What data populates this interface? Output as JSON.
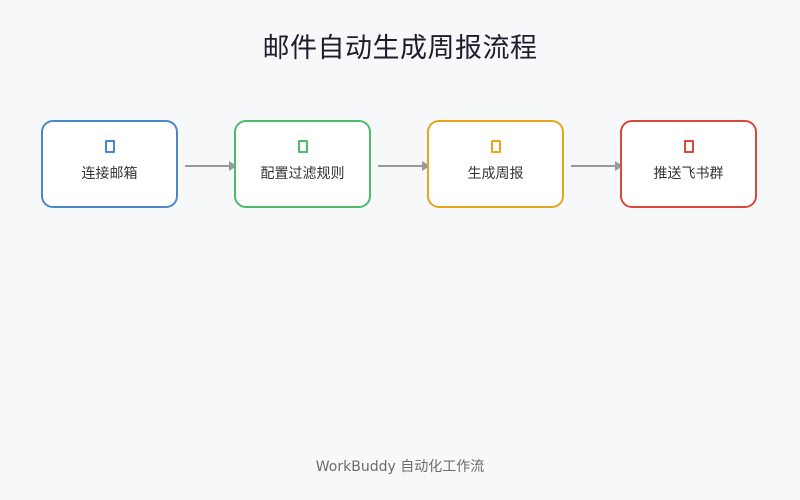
{
  "title": "邮件自动生成周报流程",
  "steps": [
    {
      "label": "连接邮箱",
      "icon": "mail-icon",
      "color": "#4a86c8"
    },
    {
      "label": "配置过滤规则",
      "icon": "filter-icon",
      "color": "#4cbb6a"
    },
    {
      "label": "生成周报",
      "icon": "report-icon",
      "color": "#e8a51c"
    },
    {
      "label": "推送飞书群",
      "icon": "send-icon",
      "color": "#d9483b"
    }
  ],
  "arrow_color": "#999999",
  "footer": "WorkBuddy 自动化工作流"
}
